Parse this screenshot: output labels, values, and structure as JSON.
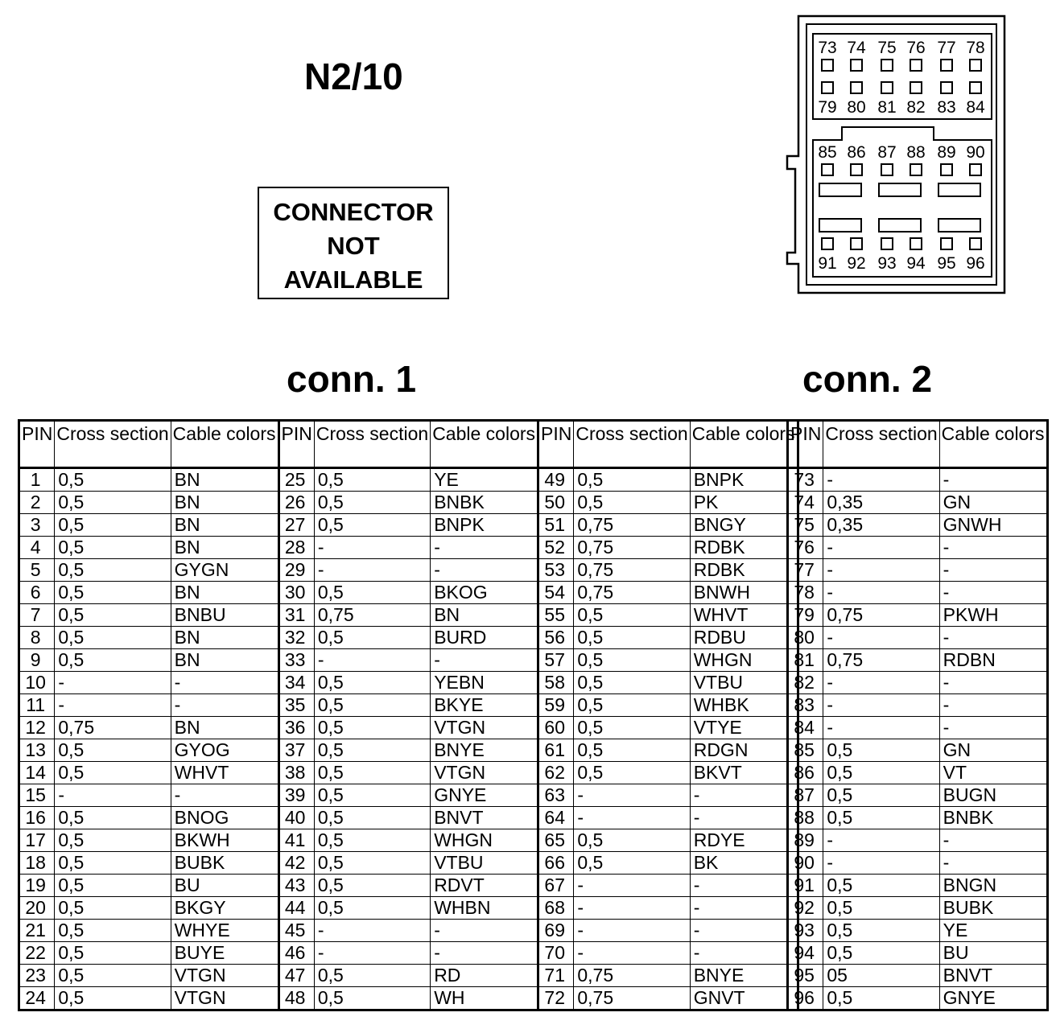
{
  "title": "N2/10",
  "notice": [
    "CONNECTOR",
    "NOT",
    "AVAILABLE"
  ],
  "conn1": {
    "title": "conn. 1",
    "headers": [
      "PIN",
      "Cross section",
      "Cable colors"
    ],
    "rows": [
      [
        "1",
        "0,5",
        "BN"
      ],
      [
        "2",
        "0,5",
        "BN"
      ],
      [
        "3",
        "0,5",
        "BN"
      ],
      [
        "4",
        "0,5",
        "BN"
      ],
      [
        "5",
        "0,5",
        "GYGN"
      ],
      [
        "6",
        "0,5",
        "BN"
      ],
      [
        "7",
        "0,5",
        "BNBU"
      ],
      [
        "8",
        "0,5",
        "BN"
      ],
      [
        "9",
        "0,5",
        "BN"
      ],
      [
        "10",
        "-",
        "-"
      ],
      [
        "11",
        "-",
        "-"
      ],
      [
        "12",
        "0,75",
        "BN"
      ],
      [
        "13",
        "0,5",
        "GYOG"
      ],
      [
        "14",
        "0,5",
        "WHVT"
      ],
      [
        "15",
        "-",
        "-"
      ],
      [
        "16",
        "0,5",
        "BNOG"
      ],
      [
        "17",
        "0,5",
        "BKWH"
      ],
      [
        "18",
        "0,5",
        "BUBK"
      ],
      [
        "19",
        "0,5",
        "BU"
      ],
      [
        "20",
        "0,5",
        "BKGY"
      ],
      [
        "21",
        "0,5",
        "WHYE"
      ],
      [
        "22",
        "0,5",
        "BUYE"
      ],
      [
        "23",
        "0,5",
        "VTGN"
      ],
      [
        "24",
        "0,5",
        "VTGN"
      ],
      [
        "25",
        "0,5",
        "YE"
      ],
      [
        "26",
        "0,5",
        "BNBK"
      ],
      [
        "27",
        "0,5",
        "BNPK"
      ],
      [
        "28",
        "-",
        "-"
      ],
      [
        "29",
        "-",
        "-"
      ],
      [
        "30",
        "0,5",
        "BKOG"
      ],
      [
        "31",
        "0,75",
        "BN"
      ],
      [
        "32",
        "0,5",
        "BURD"
      ],
      [
        "33",
        "-",
        "-"
      ],
      [
        "34",
        "0,5",
        "YEBN"
      ],
      [
        "35",
        "0,5",
        "BKYE"
      ],
      [
        "36",
        "0,5",
        "VTGN"
      ],
      [
        "37",
        "0,5",
        "BNYE"
      ],
      [
        "38",
        "0,5",
        "VTGN"
      ],
      [
        "39",
        "0,5",
        "GNYE"
      ],
      [
        "40",
        "0,5",
        "BNVT"
      ],
      [
        "41",
        "0,5",
        "WHGN"
      ],
      [
        "42",
        "0,5",
        "VTBU"
      ],
      [
        "43",
        "0,5",
        "RDVT"
      ],
      [
        "44",
        "0,5",
        "WHBN"
      ],
      [
        "45",
        "-",
        "-"
      ],
      [
        "46",
        "-",
        "-"
      ],
      [
        "47",
        "0,5",
        "RD"
      ],
      [
        "48",
        "0,5",
        "WH"
      ],
      [
        "49",
        "0,5",
        "BNPK"
      ],
      [
        "50",
        "0,5",
        "PK"
      ],
      [
        "51",
        "0,75",
        "BNGY"
      ],
      [
        "52",
        "0,75",
        "RDBK"
      ],
      [
        "53",
        "0,75",
        "RDBK"
      ],
      [
        "54",
        "0,75",
        "BNWH"
      ],
      [
        "55",
        "0,5",
        "WHVT"
      ],
      [
        "56",
        "0,5",
        "RDBU"
      ],
      [
        "57",
        "0,5",
        "WHGN"
      ],
      [
        "58",
        "0,5",
        "VTBU"
      ],
      [
        "59",
        "0,5",
        "WHBK"
      ],
      [
        "60",
        "0,5",
        "VTYE"
      ],
      [
        "61",
        "0,5",
        "RDGN"
      ],
      [
        "62",
        "0,5",
        "BKVT"
      ],
      [
        "63",
        "-",
        "-"
      ],
      [
        "64",
        "-",
        "-"
      ],
      [
        "65",
        "0,5",
        "RDYE"
      ],
      [
        "66",
        "0,5",
        "BK"
      ],
      [
        "67",
        "-",
        "-"
      ],
      [
        "68",
        "-",
        "-"
      ],
      [
        "69",
        "-",
        "-"
      ],
      [
        "70",
        "-",
        "-"
      ],
      [
        "71",
        "0,75",
        "BNYE"
      ],
      [
        "72",
        "0,75",
        "GNVT"
      ]
    ]
  },
  "conn2": {
    "title": "conn. 2",
    "headers": [
      "PIN",
      "Cross section",
      "Cable colors"
    ],
    "rows": [
      [
        "73",
        "-",
        "-"
      ],
      [
        "74",
        "0,35",
        "GN"
      ],
      [
        "75",
        "0,35",
        "GNWH"
      ],
      [
        "76",
        "-",
        "-"
      ],
      [
        "77",
        "-",
        "-"
      ],
      [
        "78",
        "-",
        "-"
      ],
      [
        "79",
        "0,75",
        "PKWH"
      ],
      [
        "80",
        "-",
        "-"
      ],
      [
        "81",
        "0,75",
        "RDBN"
      ],
      [
        "82",
        "-",
        "-"
      ],
      [
        "83",
        "-",
        "-"
      ],
      [
        "84",
        "-",
        "-"
      ],
      [
        "85",
        "0,5",
        "GN"
      ],
      [
        "86",
        "0,5",
        "VT"
      ],
      [
        "87",
        "0,5",
        "BUGN"
      ],
      [
        "88",
        "0,5",
        "BNBK"
      ],
      [
        "89",
        "-",
        "-"
      ],
      [
        "90",
        "-",
        "-"
      ],
      [
        "91",
        "0,5",
        "BNGN"
      ],
      [
        "92",
        "0,5",
        "BUBK"
      ],
      [
        "93",
        "0,5",
        "YE"
      ],
      [
        "94",
        "0,5",
        "BU"
      ],
      [
        "95",
        "05",
        "BNVT"
      ],
      [
        "96",
        "0,5",
        "GNYE"
      ]
    ]
  },
  "connector_diagram": {
    "row1": [
      "73",
      "74",
      "75",
      "76",
      "77",
      "78"
    ],
    "row2": [
      "79",
      "80",
      "81",
      "82",
      "83",
      "84"
    ],
    "row3": [
      "85",
      "86",
      "87",
      "88",
      "89",
      "90"
    ],
    "row4": [
      "91",
      "92",
      "93",
      "94",
      "95",
      "96"
    ]
  }
}
